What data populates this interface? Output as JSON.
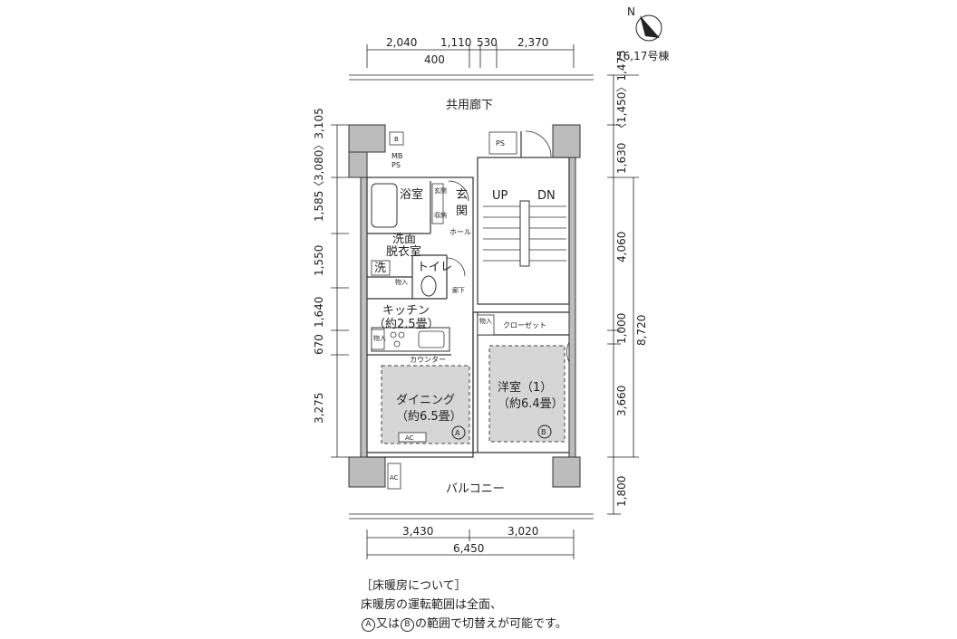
{
  "building": "16,17号棟",
  "compass": {
    "north_label": "N"
  },
  "dimensions": {
    "top_row": [
      "2,040",
      "1,110",
      "530",
      "2,370"
    ],
    "top_sub": "400",
    "bottom_row": [
      "3,430",
      "3,020"
    ],
    "bottom_total": "6,450",
    "left_col": [
      "〈3,080〉3,105",
      "1,585",
      "1,550",
      "1,640",
      "670",
      "3,275"
    ],
    "right_col": [
      "〈1,450〉1,475",
      "1,630",
      "4,060",
      "1,000",
      "3,660",
      "1,800"
    ],
    "right_total": "8,720"
  },
  "rooms": {
    "corridor": "共用廊下",
    "bath": "浴室",
    "genkan_storage": [
      "玄関",
      "収納"
    ],
    "entrance": [
      "玄",
      "関"
    ],
    "hall": "ホール",
    "washroom": [
      "洗面",
      "脱衣室"
    ],
    "laundry": "洗",
    "storage_small": "物入",
    "toilet": "トイレ",
    "hallway": "廊下",
    "kitchen": [
      "キッチン",
      "（約2.5畳）"
    ],
    "counter": "カウンター",
    "dining": [
      "ダイニング",
      "（約6.5畳）"
    ],
    "western": [
      "洋室（1）",
      "（約6.4畳）"
    ],
    "closet": "クローゼット",
    "balcony": "バルコニー",
    "ac": "AC",
    "ps": "PS",
    "mbps": [
      "MB",
      "PS"
    ],
    "b_box": "B",
    "up": "UP",
    "dn": "DN",
    "zone_a": "A",
    "zone_b": "B"
  },
  "note": {
    "heading": "［床暖房について］",
    "line1": "床暖房の運転範囲は全面、",
    "line2_part1": "又は",
    "line2_part2": "の範囲で切替えが可能です。",
    "marker_a": "A",
    "marker_b": "B"
  }
}
